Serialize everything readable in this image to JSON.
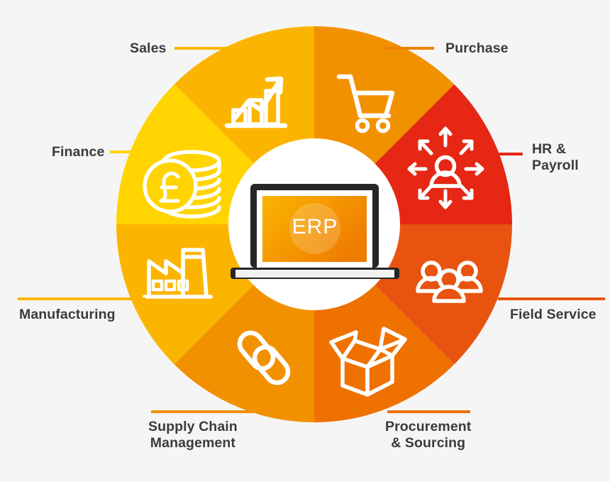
{
  "diagram": {
    "title": "ERP",
    "center": {
      "device_icon": "laptop-icon",
      "screen_label": "ERP"
    },
    "background_color": "#f5f5f5",
    "label_color": "#3b3b3d",
    "inner_circle_color": "#ffffff",
    "segments": [
      {
        "id": "sales",
        "label": "Sales",
        "icon": "growth-chart-icon",
        "color": "#fbb500",
        "leader_color": "#fbb500",
        "start_angle": -90,
        "end_angle": -45
      },
      {
        "id": "purchase",
        "label": "Purchase",
        "icon": "shopping-cart-icon",
        "color": "#f29100",
        "leader_color": "#ef8200",
        "start_angle": -90,
        "end_angle": -45
      },
      {
        "id": "hr-payroll",
        "label": "HR &\nPayroll",
        "label_line1": "HR &",
        "label_line2": "Payroll",
        "icon": "person-arrows-icon",
        "color": "#e52713",
        "leader_color": "#e52713",
        "start_angle": -45,
        "end_angle": 0
      },
      {
        "id": "field-service",
        "label": "Field Service",
        "icon": "people-group-icon",
        "color": "#e8540f",
        "leader_color": "#e8540f",
        "start_angle": 0,
        "end_angle": 45
      },
      {
        "id": "procurement-sourcing",
        "label": "Procurement\n& Sourcing",
        "label_line1": "Procurement",
        "label_line2": "& Sourcing",
        "icon": "open-box-icon",
        "color": "#ef7100",
        "leader_color": "#ef7100",
        "start_angle": 45,
        "end_angle": 90
      },
      {
        "id": "supply-chain-management",
        "label": "Supply Chain\nManagement",
        "label_line1": "Supply Chain",
        "label_line2": "Management",
        "icon": "chain-link-icon",
        "color": "#f29100",
        "leader_color": "#f29100",
        "start_angle": 90,
        "end_angle": 135
      },
      {
        "id": "manufacturing",
        "label": "Manufacturing",
        "icon": "factory-icon",
        "color": "#fbb500",
        "leader_color": "#fbb500",
        "start_angle": 135,
        "end_angle": 180
      },
      {
        "id": "finance",
        "label": "Finance",
        "icon": "coins-pound-icon",
        "color": "#ffd400",
        "leader_color": "#ffd400",
        "start_angle": 180,
        "end_angle": 225
      }
    ]
  }
}
